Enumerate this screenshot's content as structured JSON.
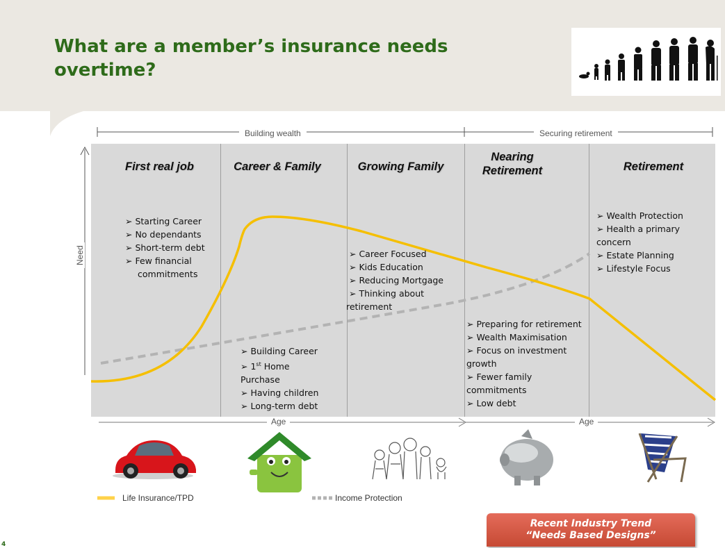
{
  "title_lines": [
    "What are a member’s insurance needs",
    "overtime?"
  ],
  "bands": {
    "left": "Building wealth",
    "right": "Securing retirement"
  },
  "axis": {
    "y": "Need",
    "x_left": "Age",
    "x_right": "Age"
  },
  "stages": [
    {
      "title": "First real job",
      "bullets": [
        "Starting Career",
        "No dependants",
        "Short-term debt",
        "Few financial",
        "commitments"
      ]
    },
    {
      "title": "Career & Family",
      "bullets": [
        "Building Career",
        "1st Home",
        "Purchase",
        "Having children",
        "Long-term debt"
      ]
    },
    {
      "title": "Growing Family",
      "bullets": [
        "Career Focused",
        "Kids Education",
        "Reducing Mortgage",
        "Thinking about",
        "retirement"
      ]
    },
    {
      "title_lines": [
        "Nearing",
        "Retirement"
      ],
      "bullets": [
        "Preparing for retirement",
        "Wealth Maximisation",
        "Focus on investment",
        "growth",
        "Fewer family",
        "commitments",
        "Low debt"
      ]
    },
    {
      "title": "Retirement",
      "bullets": [
        "Wealth Protection",
        "Health a primary",
        "concern",
        "Estate Planning",
        "Lifestyle Focus"
      ]
    }
  ],
  "legend": {
    "life": "Life Insurance/TPD",
    "income": "Income Protection"
  },
  "badge_lines": [
    "Recent Industry Trend",
    "“Needs Based Designs”"
  ],
  "page_number": "4",
  "colors": {
    "title": "#2e6b1a",
    "life_line": "#f5bf00",
    "income_line": "#b3b3b3",
    "panel": "#d9d9d9",
    "badge": "#d55a44"
  },
  "icons": [
    "people-evolution-icon",
    "red-car-icon",
    "green-house-icon",
    "family-drawing-icon",
    "piggy-bank-icon",
    "deck-chair-icon"
  ]
}
